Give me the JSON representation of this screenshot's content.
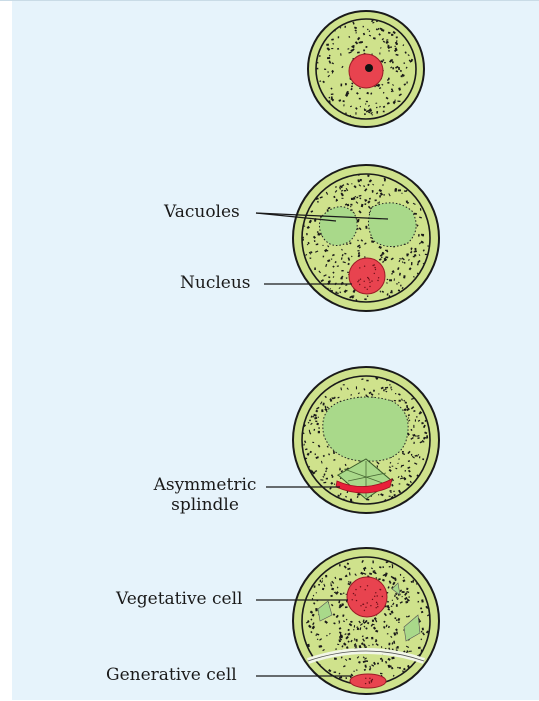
{
  "labels": {
    "vacuoles": "Vacuoles",
    "nucleus": "Nucleus",
    "spindle_line1": "Asymmetric",
    "spindle_line2": "splindle",
    "vegetative_cell": "Vegetative cell",
    "generative_cell": "Generative cell"
  },
  "colors": {
    "background": "#e6f3fb",
    "cell_fill": "#cfe28c",
    "cell_wall": "#1a1a1a",
    "vacuole": "#a9d98a",
    "nucleus": "#e8434f",
    "spindle": "#e8203a",
    "speckle": "#1a1a1a"
  }
}
